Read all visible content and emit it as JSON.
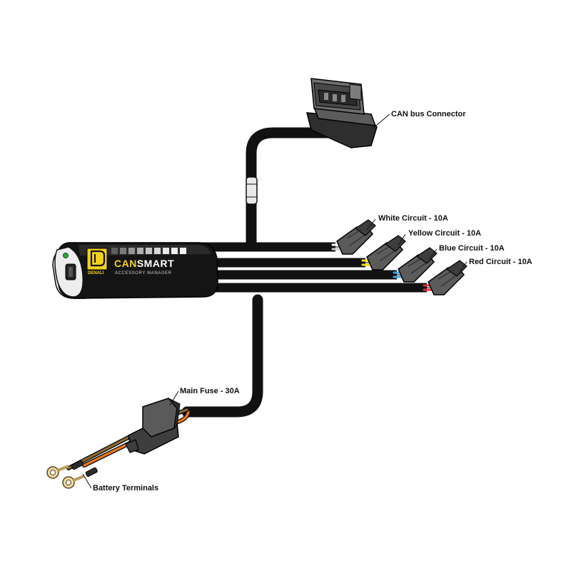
{
  "product": {
    "brand_mark": "DENALI",
    "name_can": "CAN",
    "name_smart": "SMART",
    "subtitle": "ACCESSORY MANAGER"
  },
  "labels": {
    "can_bus": "CAN bus Connector",
    "white_circuit": "White Circuit - 10A",
    "yellow_circuit": "Yellow Circuit - 10A",
    "blue_circuit": "Blue Circuit - 10A",
    "red_circuit": "Red Circuit - 10A",
    "main_fuse": "Main Fuse - 30A",
    "battery_terminals": "Battery Terminals"
  },
  "colors": {
    "accent_yellow": "#f2d21b",
    "cable": "#111111",
    "white_wire": "#ffffff",
    "yellow_wire": "#f5e000",
    "blue_wire": "#3aa6e0",
    "red_wire": "#e0303a",
    "brown_wire": "#8a6a36",
    "orange_wire": "#ef7a1e",
    "connector_grey": "#5b5b5b"
  },
  "icons": [
    "denali-logo-icon",
    "status-led-icon",
    "usb-port-icon"
  ]
}
